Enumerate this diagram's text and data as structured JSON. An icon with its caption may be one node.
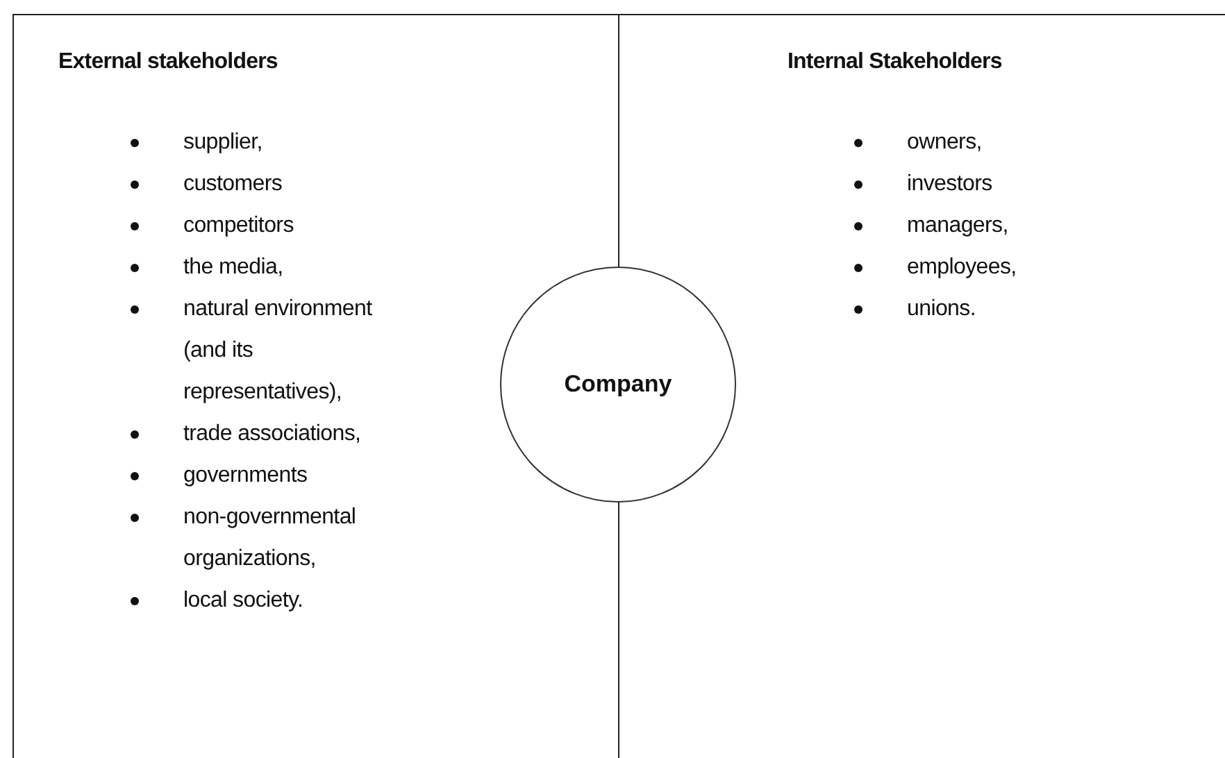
{
  "diagram": {
    "nodes": [
      {
        "text": [
          "External stakeholders",
          "supplier,",
          "customers",
          "competitors",
          "the media,",
          "natural environment (and its representatives),",
          "trade associations,",
          "governments",
          "non-governmental organizations,",
          "local society."
        ]
      },
      {
        "text": [
          "Internal Stakeholders",
          "owners,",
          "investors",
          "managers,",
          "employees,",
          "unions."
        ]
      },
      {
        "text": [
          "Company"
        ]
      }
    ],
    "edges": []
  }
}
